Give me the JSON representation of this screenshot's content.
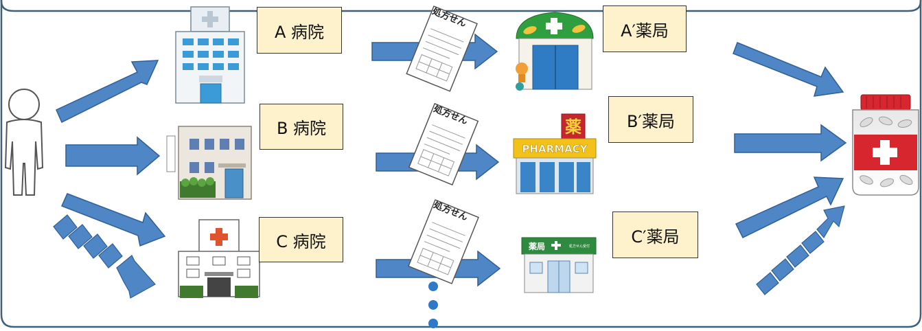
{
  "labels": {
    "hospital_a": "A 病院",
    "hospital_b": "B 病院",
    "hospital_c": "C 病院",
    "pharmacy_a": "A′薬局",
    "pharmacy_b": "B′薬局",
    "pharmacy_c": "C′薬局"
  },
  "prescription_text": "処方せん",
  "pharmacy_sign_text": "PHARMACY",
  "pharmacy_b_kanji": "薬",
  "pharmacy_c_sign": "薬局",
  "pharmacy_c_sign_sub": "処方せん受付",
  "colors": {
    "frame": "#3f5f7a",
    "arrow_fill": "#4f86c6",
    "arrow_stroke": "#2f5f95",
    "label_bg": "#fdf2cc",
    "dots": "#2f79c8"
  }
}
